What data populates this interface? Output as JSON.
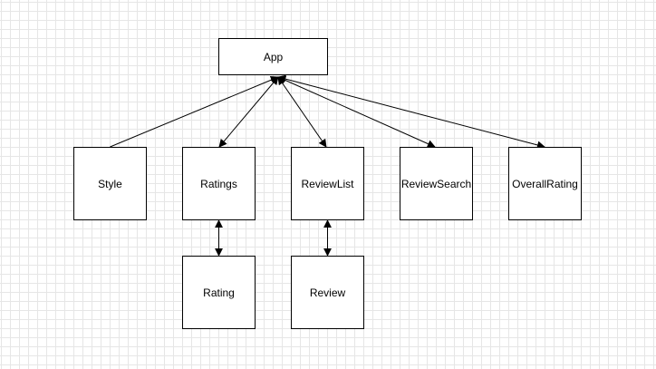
{
  "diagram": {
    "nodes": [
      {
        "id": "app",
        "label": "App"
      },
      {
        "id": "style",
        "label": "Style"
      },
      {
        "id": "ratings",
        "label": "Ratings"
      },
      {
        "id": "reviewlist",
        "label": "ReviewList"
      },
      {
        "id": "reviewsearch",
        "label": "ReviewSearch"
      },
      {
        "id": "overallrating",
        "label": "OverallRating"
      },
      {
        "id": "rating",
        "label": "Rating"
      },
      {
        "id": "review",
        "label": "Review"
      }
    ],
    "edges": [
      {
        "from": "style",
        "to": "app",
        "arrows": "end"
      },
      {
        "from": "app",
        "to": "ratings",
        "arrows": "both"
      },
      {
        "from": "app",
        "to": "reviewlist",
        "arrows": "both"
      },
      {
        "from": "app",
        "to": "reviewsearch",
        "arrows": "both"
      },
      {
        "from": "app",
        "to": "overallrating",
        "arrows": "both"
      },
      {
        "from": "ratings",
        "to": "rating",
        "arrows": "both"
      },
      {
        "from": "reviewlist",
        "to": "review",
        "arrows": "both"
      }
    ],
    "colors": {
      "stroke": "#000000",
      "grid": "#e6e6e6",
      "background": "#ffffff"
    }
  }
}
